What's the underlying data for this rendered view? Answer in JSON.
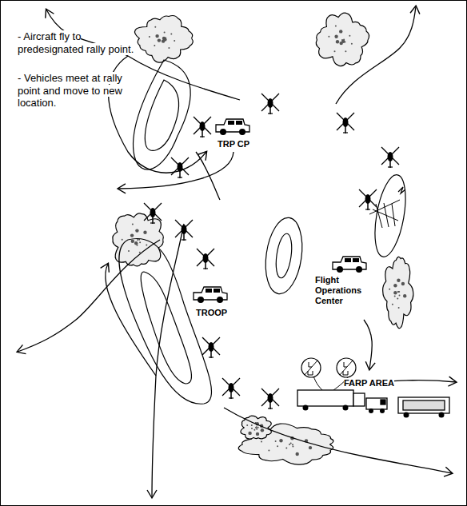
{
  "diagram": {
    "labels": [
      "- Aircraft fly to predesignated rally point.",
      "- Vehicles meet at rally point and move to new location.",
      "TRP CP",
      "TROOP",
      "Flight Operations Center",
      "FARP AREA"
    ]
  }
}
